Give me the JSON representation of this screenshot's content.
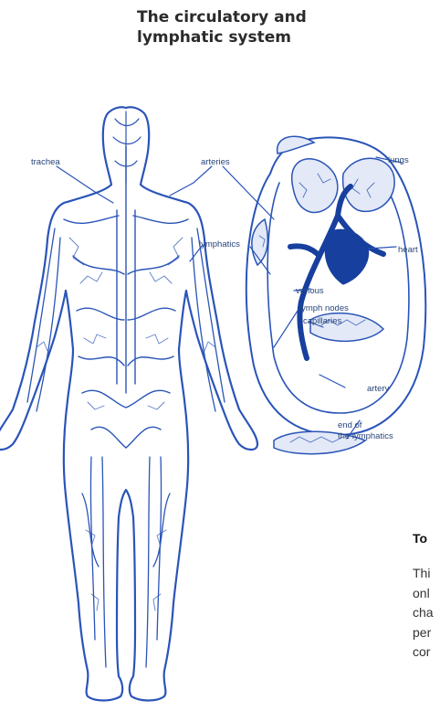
{
  "title": {
    "line1": "The circulatory and",
    "line2": "lymphatic system"
  },
  "labels": {
    "trachea": "trachea",
    "arteries": "arteries",
    "lungs": "lungs",
    "lymphatics": "lymphatics",
    "heart": "heart",
    "venous": "venous",
    "lymph_nodes": "lymph nodes",
    "capillaries": "capillaries",
    "artery": "artery",
    "end_line1": "end of",
    "end_line2": "the lymphatics"
  },
  "side_text": {
    "heading": "To",
    "lines": [
      "Thi",
      "onl",
      "cha",
      "per",
      "cor"
    ]
  },
  "colors": {
    "vessel": "#2a54b8",
    "vessel_dark": "#173f9e",
    "text": "#26457a"
  }
}
